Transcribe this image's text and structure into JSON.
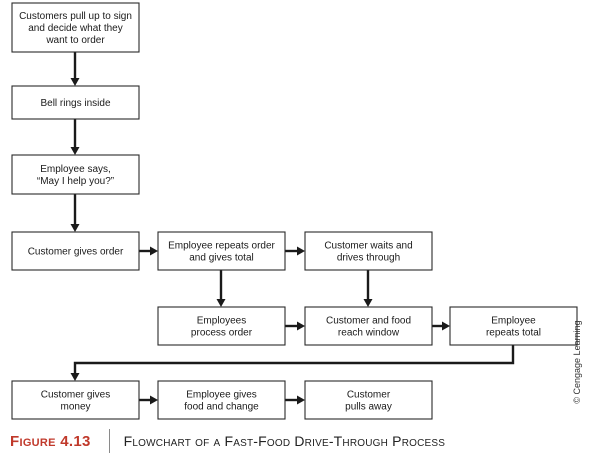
{
  "diagram": {
    "boxes": [
      {
        "id": "pull-up",
        "lines": [
          "Customers pull up to sign",
          "and decide what they",
          "want to order"
        ]
      },
      {
        "id": "bell",
        "lines": [
          "Bell rings inside"
        ]
      },
      {
        "id": "may-i-help",
        "lines": [
          "Employee says,",
          "“May I help you?”"
        ]
      },
      {
        "id": "gives-order",
        "lines": [
          "Customer gives order"
        ]
      },
      {
        "id": "repeats-order",
        "lines": [
          "Employee repeats order",
          "and gives total"
        ]
      },
      {
        "id": "waits-drives",
        "lines": [
          "Customer waits and",
          "drives through"
        ]
      },
      {
        "id": "process-order",
        "lines": [
          "Employees",
          "process order"
        ]
      },
      {
        "id": "reach-window",
        "lines": [
          "Customer and food",
          "reach window"
        ]
      },
      {
        "id": "repeats-total",
        "lines": [
          "Employee",
          "repeats total"
        ]
      },
      {
        "id": "gives-money",
        "lines": [
          "Customer gives",
          "money"
        ]
      },
      {
        "id": "food-change",
        "lines": [
          "Employee gives",
          "food and change"
        ]
      },
      {
        "id": "pulls-away",
        "lines": [
          "Customer",
          "pulls away"
        ]
      }
    ],
    "edges": [
      {
        "from": "pull-up",
        "to": "bell"
      },
      {
        "from": "bell",
        "to": "may-i-help"
      },
      {
        "from": "may-i-help",
        "to": "gives-order"
      },
      {
        "from": "gives-order",
        "to": "repeats-order"
      },
      {
        "from": "repeats-order",
        "to": "waits-drives"
      },
      {
        "from": "repeats-order",
        "to": "process-order"
      },
      {
        "from": "waits-drives",
        "to": "reach-window"
      },
      {
        "from": "process-order",
        "to": "reach-window"
      },
      {
        "from": "reach-window",
        "to": "repeats-total"
      },
      {
        "from": "repeats-total",
        "to": "gives-money"
      },
      {
        "from": "gives-money",
        "to": "food-change"
      },
      {
        "from": "food-change",
        "to": "pulls-away"
      }
    ]
  },
  "caption": {
    "figure_label": "Figure 4.13",
    "title": "Flowchart of a Fast-Food Drive-Through Process"
  },
  "credit": "© Cengage Learning"
}
